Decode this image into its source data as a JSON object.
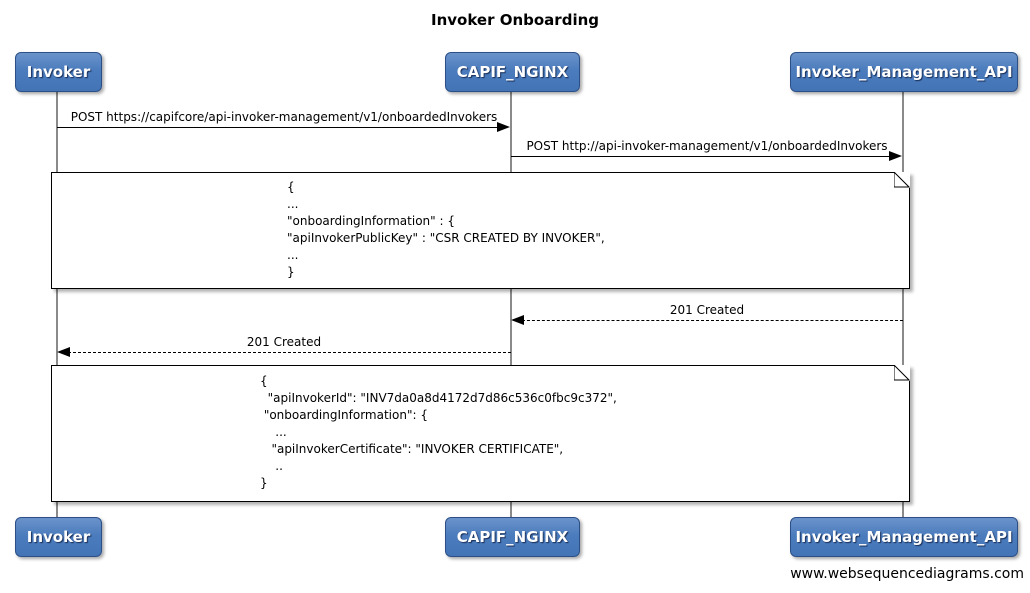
{
  "title": "Invoker Onboarding",
  "watermark": "www.websequencediagrams.com",
  "actors": [
    {
      "name": "Invoker"
    },
    {
      "name": "CAPIF_NGINX"
    },
    {
      "name": "Invoker_Management_API"
    }
  ],
  "messages": [
    {
      "from": "Invoker",
      "to": "CAPIF_NGINX",
      "label": "POST https://capifcore/api-invoker-management/v1/onboardedInvokers",
      "line": "solid"
    },
    {
      "from": "CAPIF_NGINX",
      "to": "Invoker_Management_API",
      "label": "POST http://api-invoker-management/v1/onboardedInvokers",
      "line": "solid"
    },
    {
      "from": "Invoker_Management_API",
      "to": "CAPIF_NGINX",
      "label": "201 Created",
      "line": "dashed"
    },
    {
      "from": "CAPIF_NGINX",
      "to": "Invoker",
      "label": "201 Created",
      "line": "dashed"
    }
  ],
  "notes": [
    {
      "lines": [
        "{",
        "...",
        "\"onboardingInformation\" : {",
        "\"apiInvokerPublicKey\" : \"CSR CREATED BY INVOKER\",",
        "...",
        "}"
      ]
    },
    {
      "lines": [
        "{",
        "  \"apiInvokerId\": \"INV7da0a8d4172d7d86c536c0fbc9c372\",",
        " \"onboardingInformation\": {",
        "    ...",
        "   \"apiInvokerCertificate\": \"INVOKER CERTIFICATE\",",
        "    ..",
        "}"
      ]
    }
  ],
  "colors": {
    "actor_fill": "#4b7cbd",
    "actor_border": "#2c4f87",
    "actor_text": "#ffffff",
    "lifeline": "#8a8a8a",
    "arrow": "#000000",
    "note_bg": "#ffffff",
    "note_border": "#000000"
  }
}
